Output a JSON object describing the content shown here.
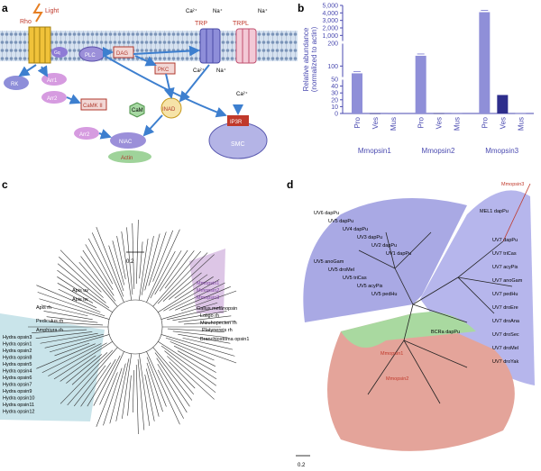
{
  "panels": {
    "a": "a",
    "b": "b",
    "c": "c",
    "d": "d"
  },
  "panel_a": {
    "labels": {
      "rho": "Rho",
      "light": "Light",
      "trp": "TRP",
      "trpl": "TRPL",
      "ca_top": "Ca²⁺",
      "na_top1": "Na⁺",
      "na_top2": "Na⁺",
      "ca_in": "Ca²⁺",
      "na_in": "Na⁺",
      "ca_lower": "Ca²⁺",
      "rk": "RK",
      "arr1": "Arr1",
      "arr2": "Arr2",
      "arr2b": "Arr2",
      "camkii": "CaMK II",
      "cam": "CaM",
      "ninac": "NIAC",
      "actin": "Actin",
      "inad": "INAD",
      "plc": "PLC",
      "dag": "DAG",
      "pkc": "PKC",
      "ip3r": "IP3R",
      "smc": "SMC",
      "gq": "Gq"
    }
  },
  "chart_data": {
    "type": "bar",
    "ylabel": "Relative abundance\n(normalized to actin)",
    "y_tick_labels": [
      "0",
      "10",
      "20",
      "30",
      "40",
      "50",
      "100",
      "200",
      "1,000",
      "2,000",
      "3,000",
      "4,000",
      "5,000"
    ],
    "categories": [
      "Pro",
      "Ves",
      "Mus"
    ],
    "groups": [
      {
        "name": "Mmopsin1",
        "values": [
          68,
          0.3,
          0.2
        ]
      },
      {
        "name": "Mmopsin2",
        "values": [
          145,
          0.4,
          0.3
        ]
      },
      {
        "name": "Mmopsin3",
        "values": [
          4100,
          27,
          0.5
        ]
      }
    ],
    "colors": {
      "Pro": "#8f8fd8",
      "Ves": "#2e2e8c",
      "Mus": "#6a6ac0"
    }
  },
  "panel_c": {
    "scale": "0.2",
    "labels": {
      "hydra_block": [
        "Hydra opsin3",
        "Hydra opsin1",
        "Hydra opsin2",
        "Hydra opsin8",
        "Hydra opsin5",
        "Hydra opsin4",
        "Hydra opsin6",
        "Hydra opsin7",
        "Hydra opsin9",
        "Hydra opsin10",
        "Hydra opsin11",
        "Hydra opsin12"
      ],
      "purple_block": [
        "Mmopsin1",
        "Mmopsin2",
        "Mmopsin3"
      ],
      "misc": [
        "Gallus melanopsin",
        "Loligo rh",
        "Mizuhopecten rh",
        "Platynereis rh",
        "Branchiostoma opsin1",
        "Apis rh",
        "Pediculus rh",
        "Amphiura rh",
        "Apis lw",
        "Apis uv"
      ]
    }
  },
  "panel_d": {
    "scale": "0.2",
    "labels": {
      "blue_top": [
        "UV6 dapPu",
        "UV5 dapPu",
        "UV4 dapPu",
        "UV3 dapPu",
        "UV2 dapPu",
        "UV1 dapPu",
        "UV5 anoGam",
        "UV5 droMel",
        "UV5 triCas",
        "UV5 acyPis",
        "UV5 pedHu"
      ],
      "blue_right": [
        "UV7 dapPu",
        "UV7 triCas",
        "UV7 acyPis",
        "UV7 anoGam",
        "UV7 pedHu",
        "UV7 droEre",
        "UV7 droAna",
        "UV7 droSec",
        "UV7 droMel",
        "UV7 droYak"
      ],
      "red_labels": [
        "Mmopsin3",
        "Mmopsin1",
        "Mmopsin2"
      ],
      "bcra": "BCRa dapPu",
      "mel": "MEL1 dapPu"
    }
  }
}
